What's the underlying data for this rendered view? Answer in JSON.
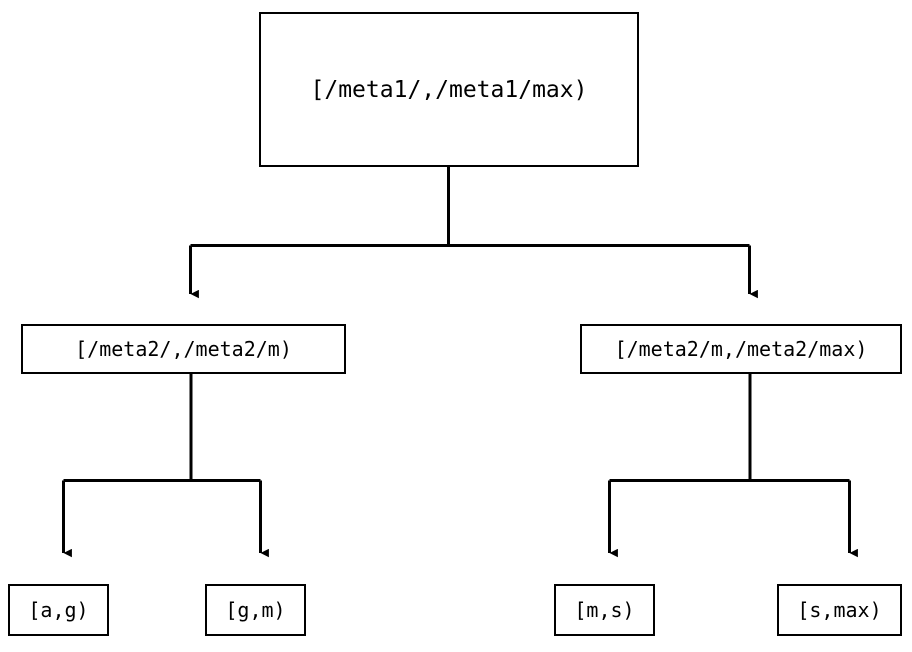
{
  "diagram": {
    "type": "binary-range-tree",
    "background_color": "#ffffff",
    "stroke_color": "#000000",
    "nodes": {
      "root": {
        "label": "[/meta1/,/meta1/max)",
        "level": 0
      },
      "mid_left": {
        "label": "[/meta2/,/meta2/m)",
        "level": 1
      },
      "mid_right": {
        "label": "[/meta2/m,/meta2/max)",
        "level": 1
      },
      "leaf_ag": {
        "label": "[a,g)",
        "level": 2
      },
      "leaf_gm": {
        "label": "[g,m)",
        "level": 2
      },
      "leaf_ms": {
        "label": "[m,s)",
        "level": 2
      },
      "leaf_smax": {
        "label": "[s,max)",
        "level": 2
      }
    },
    "edges": [
      {
        "from": "root",
        "to": "mid_left",
        "arrow": "down"
      },
      {
        "from": "root",
        "to": "mid_right",
        "arrow": "down"
      },
      {
        "from": "mid_left",
        "to": "leaf_ag",
        "arrow": "down"
      },
      {
        "from": "mid_left",
        "to": "leaf_gm",
        "arrow": "down"
      },
      {
        "from": "mid_right",
        "to": "leaf_ms",
        "arrow": "down"
      },
      {
        "from": "mid_right",
        "to": "leaf_smax",
        "arrow": "down"
      }
    ]
  }
}
